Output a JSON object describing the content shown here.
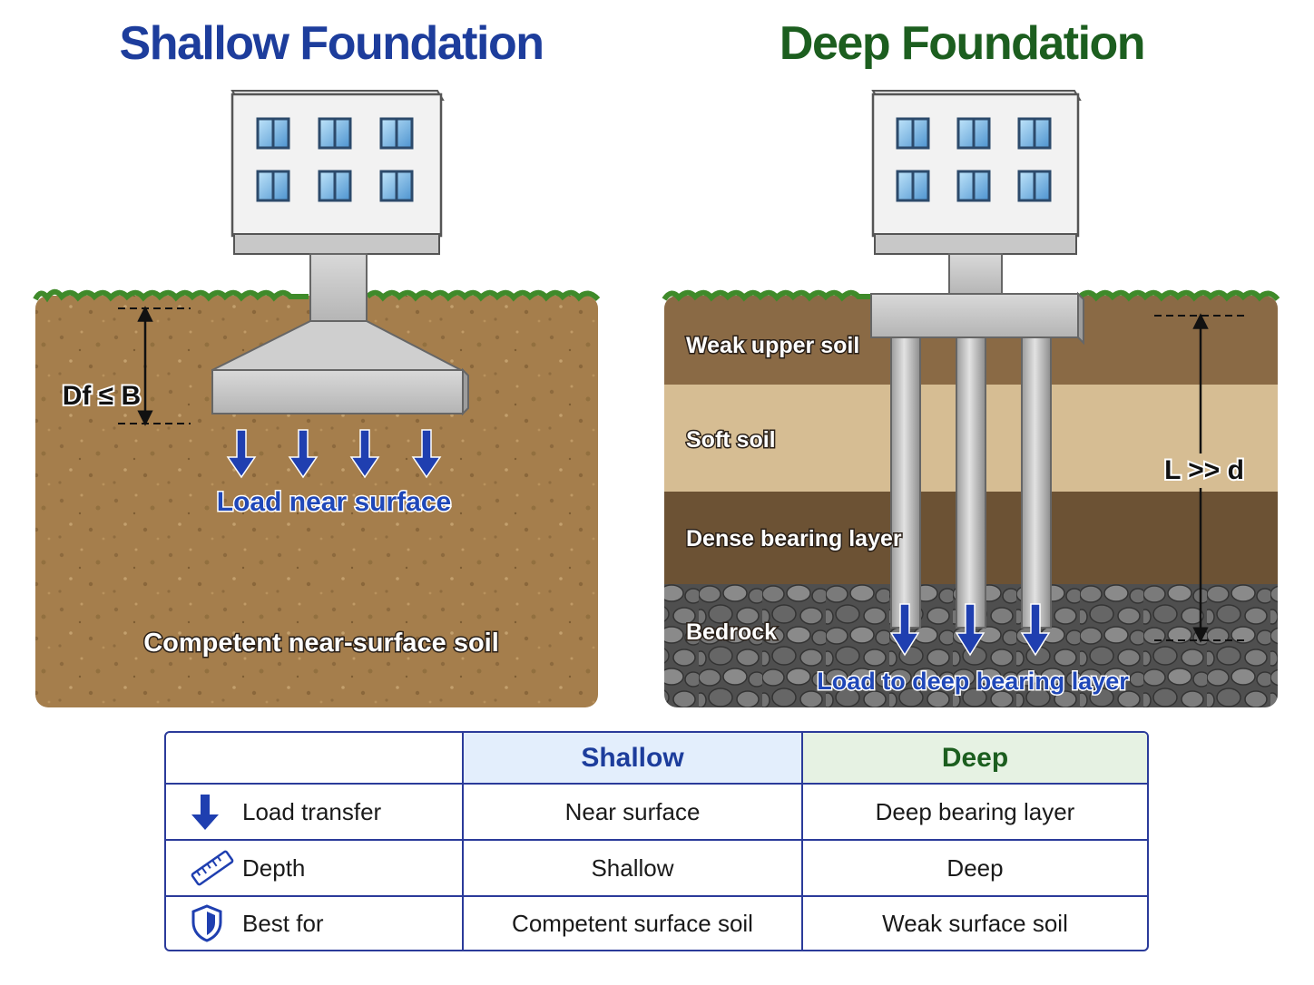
{
  "shallow": {
    "title": "Shallow Foundation",
    "dimension": "Df ≤ B",
    "load_label": "Load near surface",
    "soil_label": "Competent near-surface soil"
  },
  "deep": {
    "title": "Deep Foundation",
    "layers": [
      "Weak upper soil",
      "Soft soil",
      "Dense bearing layer",
      "Bedrock"
    ],
    "dimension": "L >> d",
    "load_label": "Load to deep bearing layer"
  },
  "comparison": {
    "headers": [
      "",
      "Shallow",
      "Deep"
    ],
    "rows": [
      {
        "icon": "down-arrow-icon",
        "label": "Load transfer",
        "shallow": "Near surface",
        "deep": "Deep bearing layer"
      },
      {
        "icon": "ruler-icon",
        "label": "Depth",
        "shallow": "Shallow",
        "deep": "Deep"
      },
      {
        "icon": "shield-icon",
        "label": "Best for",
        "shallow": "Competent surface soil",
        "deep": "Weak surface soil"
      }
    ]
  },
  "colors": {
    "shallow_accent": "#1d3d9c",
    "deep_accent": "#1c5e1f",
    "arrow": "#1f3fb0",
    "soil": "#a57e4c"
  }
}
